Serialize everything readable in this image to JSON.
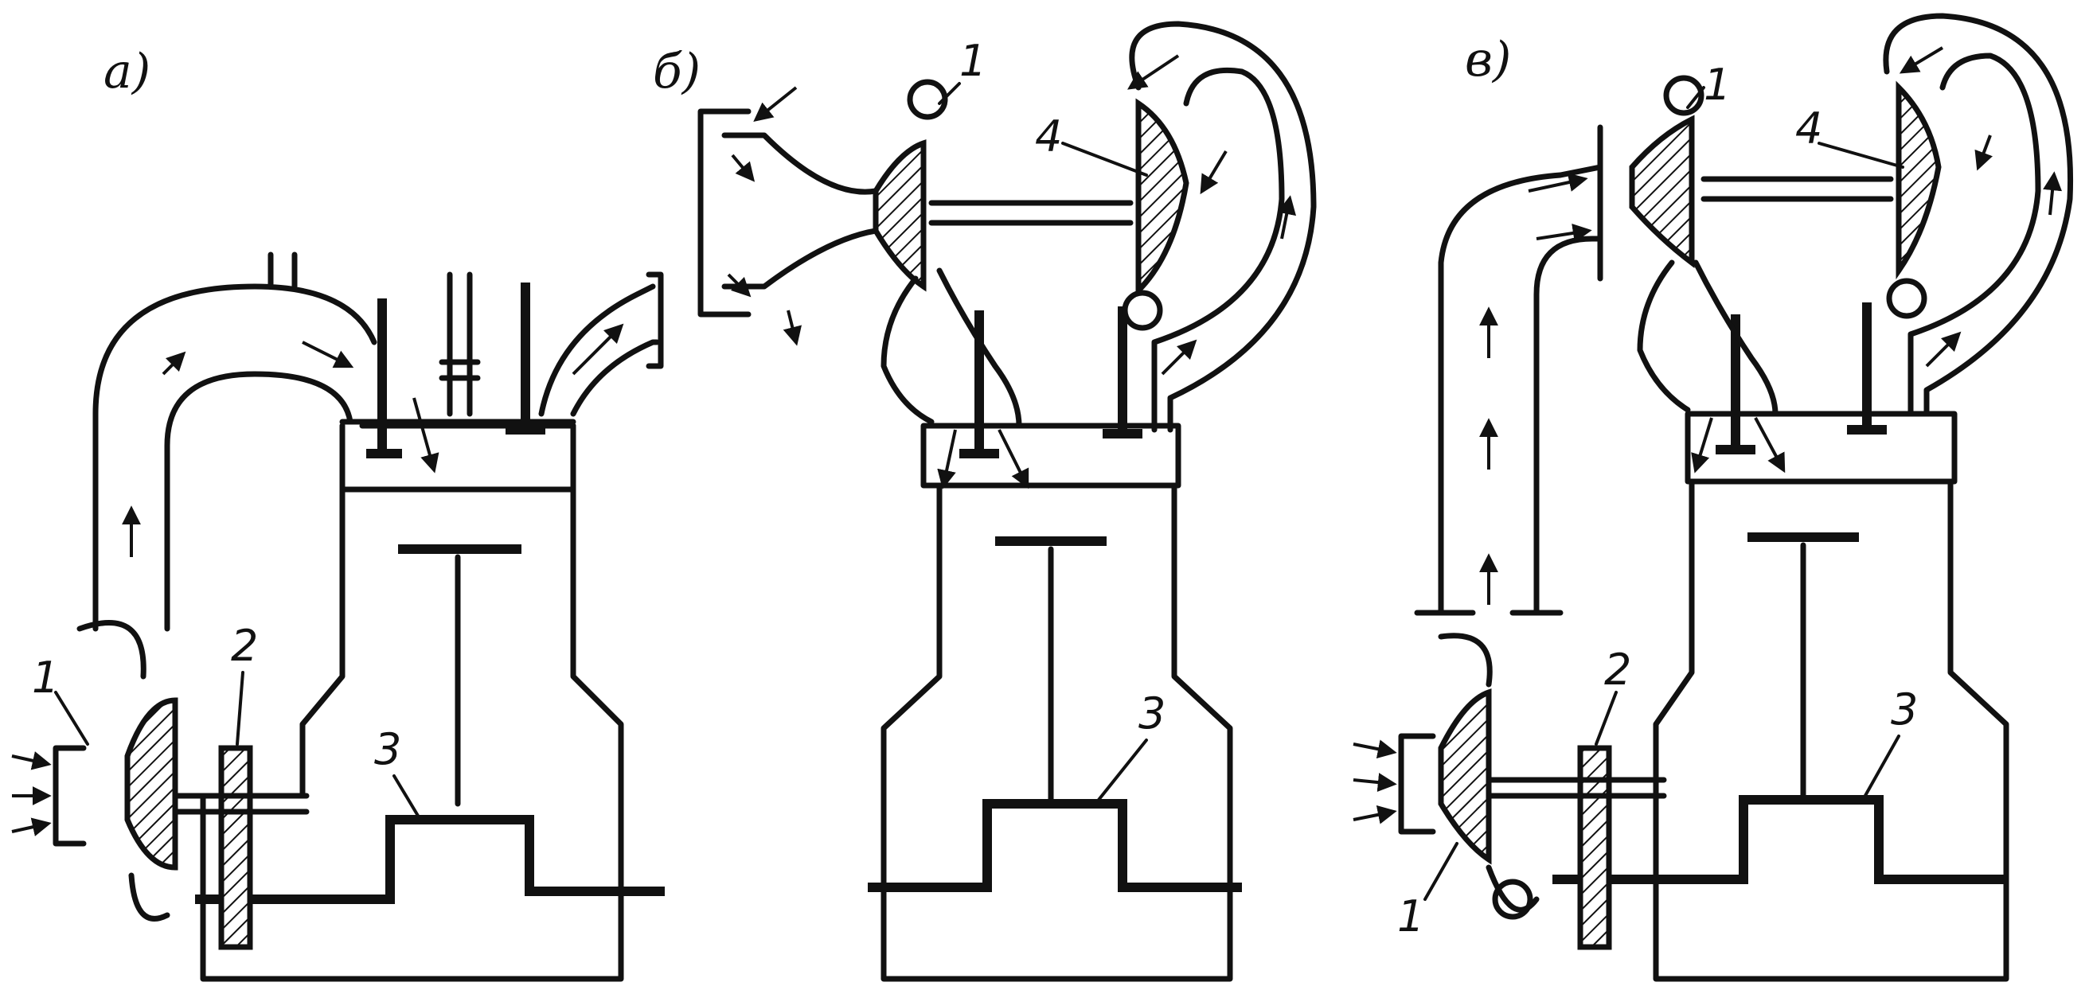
{
  "panels": [
    {
      "id": "a",
      "letter": "а)",
      "callouts": [
        "1",
        "2",
        "3"
      ]
    },
    {
      "id": "b",
      "letter": "б)",
      "callouts": [
        "1",
        "4",
        "3"
      ]
    },
    {
      "id": "c",
      "letter": "в)",
      "callouts": [
        "1",
        "4",
        "2",
        "3",
        "1"
      ]
    }
  ]
}
